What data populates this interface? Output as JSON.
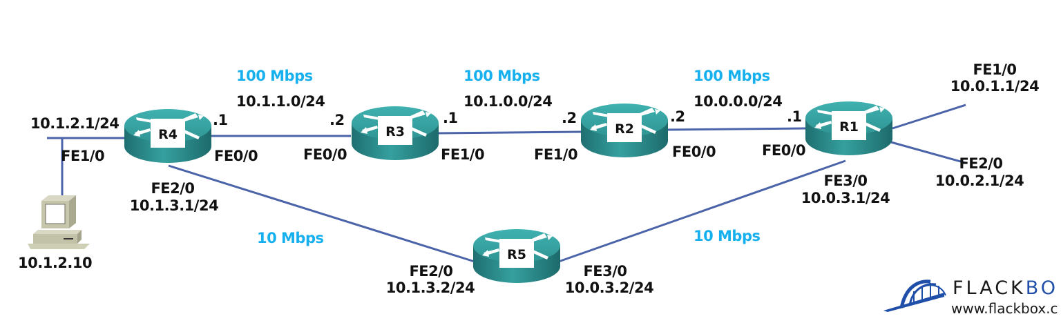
{
  "colors": {
    "link": "#4a63a9",
    "speed_text": "#17b0ee",
    "router_body": "#2e8f8f",
    "router_top": "#3aa7a6",
    "logo_blue": "#1f4fa8"
  },
  "routers": [
    {
      "id": "R4",
      "label": "R4"
    },
    {
      "id": "R3",
      "label": "R3"
    },
    {
      "id": "R2",
      "label": "R2"
    },
    {
      "id": "R1",
      "label": "R1"
    },
    {
      "id": "R5",
      "label": "R5"
    }
  ],
  "host": {
    "label": "10.1.2.10",
    "icon": "desktop-computer-icon"
  },
  "links": {
    "r4_r3": {
      "speed": "100 Mbps",
      "subnet": "10.1.1.0/24",
      "r4_host": ".1",
      "r4_if": "FE0/0",
      "r3_host": ".2",
      "r3_if": "FE0/0"
    },
    "r3_r2": {
      "speed": "100 Mbps",
      "subnet": "10.1.0.0/24",
      "r3_host": ".1",
      "r3_if": "FE1/0",
      "r2_host": ".2",
      "r2_if": "FE1/0"
    },
    "r2_r1": {
      "speed": "100 Mbps",
      "subnet": "10.0.0.0/24",
      "r2_host": ".2",
      "r2_if": "FE0/0",
      "r1_host": ".1",
      "r1_if": "FE0/0"
    },
    "r4_r5": {
      "speed": "10 Mbps",
      "r4_if": "FE2/0",
      "r4_ip": "10.1.3.1/24",
      "r5_if": "FE2/0",
      "r5_ip": "10.1.3.2/24"
    },
    "r5_r1": {
      "speed": "10 Mbps",
      "r5_if": "FE3/0",
      "r5_ip": "10.0.3.2/24",
      "r1_if": "FE3/0",
      "r1_ip": "10.0.3.1/24"
    },
    "r4_lan": {
      "ip": "10.1.2.1/24",
      "if": "FE1/0"
    },
    "r1_fe1": {
      "if": "FE1/0",
      "ip": "10.0.1.1/24"
    },
    "r1_fe2": {
      "if": "FE2/0",
      "ip": "10.0.2.1/24"
    }
  },
  "logo": {
    "brand_dark": "FLACK",
    "brand_blue": "BO",
    "url": "www.flackbox.c",
    "icon": "bridge-logo-icon"
  }
}
